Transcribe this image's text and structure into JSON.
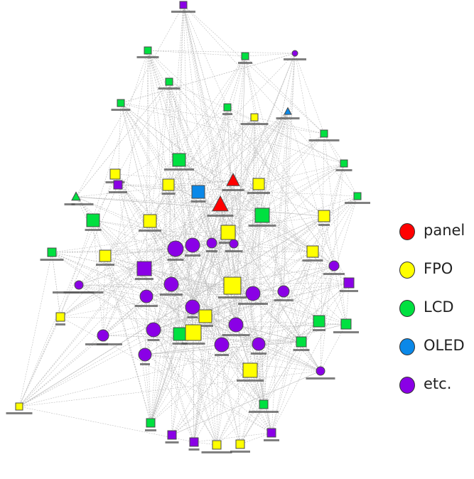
{
  "legend": [
    {
      "key": "panel",
      "label": "panel",
      "color": "#ff0000"
    },
    {
      "key": "fpo",
      "label": "FPO",
      "color": "#ffff00"
    },
    {
      "key": "lcd",
      "label": "LCD",
      "color": "#00e040"
    },
    {
      "key": "oled",
      "label": "OLED",
      "color": "#0a88e8"
    },
    {
      "key": "etc",
      "label": "etc.",
      "color": "#8a00e6"
    }
  ],
  "colors": {
    "panel": "#ff0000",
    "fpo": "#ffff00",
    "lcd": "#00e040",
    "oled": "#0a88e8",
    "etc": "#8a00e6",
    "edge": "#bdbdbd",
    "label_halo": "#ffffff"
  }
}
